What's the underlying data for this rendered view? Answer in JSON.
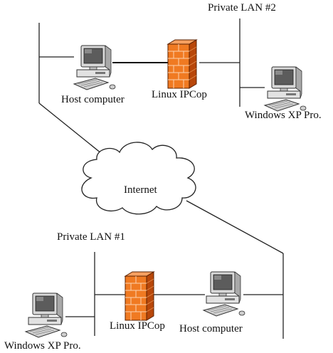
{
  "labels": {
    "lan2_title": "Private LAN #2",
    "lan1_title": "Private LAN #1",
    "host_top": "Host computer",
    "ipcop_top": "Linux IPCop",
    "xp_top": "Windows XP Pro.",
    "internet": "Internet",
    "xp_bottom": "Windows XP Pro.",
    "ipcop_bottom": "Linux IPCop",
    "host_bottom": "Host computer"
  },
  "icons": {
    "computer": "desktop-computer-icon",
    "firewall": "brick-firewall-icon",
    "cloud": "internet-cloud-icon"
  },
  "colors": {
    "firewall_fill": "#f07a22",
    "firewall_dark": "#b8470a",
    "computer_body": "#e4e4e4",
    "computer_dark": "#5a5a5a",
    "line": "#222222"
  }
}
